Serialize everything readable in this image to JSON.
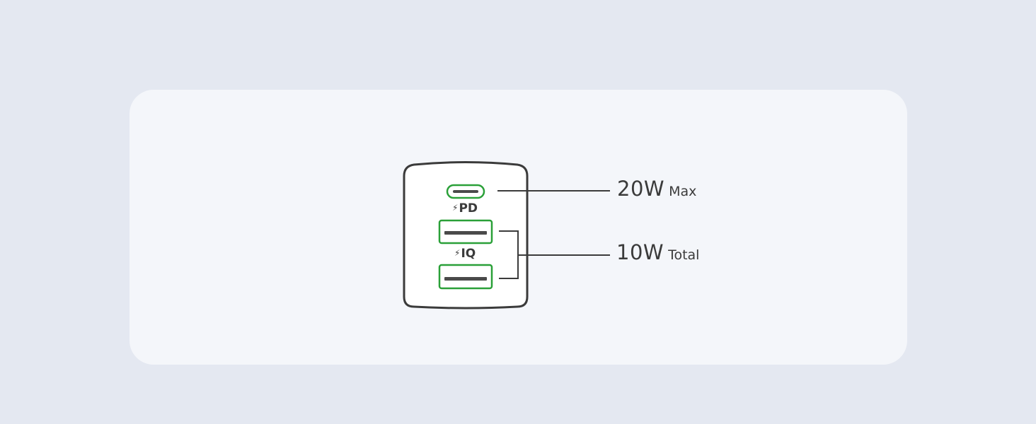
{
  "colors": {
    "page_background": "#e4e8f1",
    "card_background": "#f4f6fa",
    "charger_outline": "#3b3b3b",
    "port_accent": "#2aa038",
    "connector_slot": "#4a4a4a",
    "text": "#3b3b3b"
  },
  "charger": {
    "ports": [
      {
        "type": "USB-C",
        "tag": "PD",
        "tag_icon": "lightning-bolt-icon"
      },
      {
        "type": "USB-A",
        "tag": "IQ",
        "tag_icon": "lightning-bolt-icon"
      },
      {
        "type": "USB-A"
      }
    ]
  },
  "callouts": {
    "usb_c": {
      "value": "20W",
      "qualifier": "Max"
    },
    "usb_a": {
      "value": "10W",
      "qualifier": "Total"
    }
  }
}
